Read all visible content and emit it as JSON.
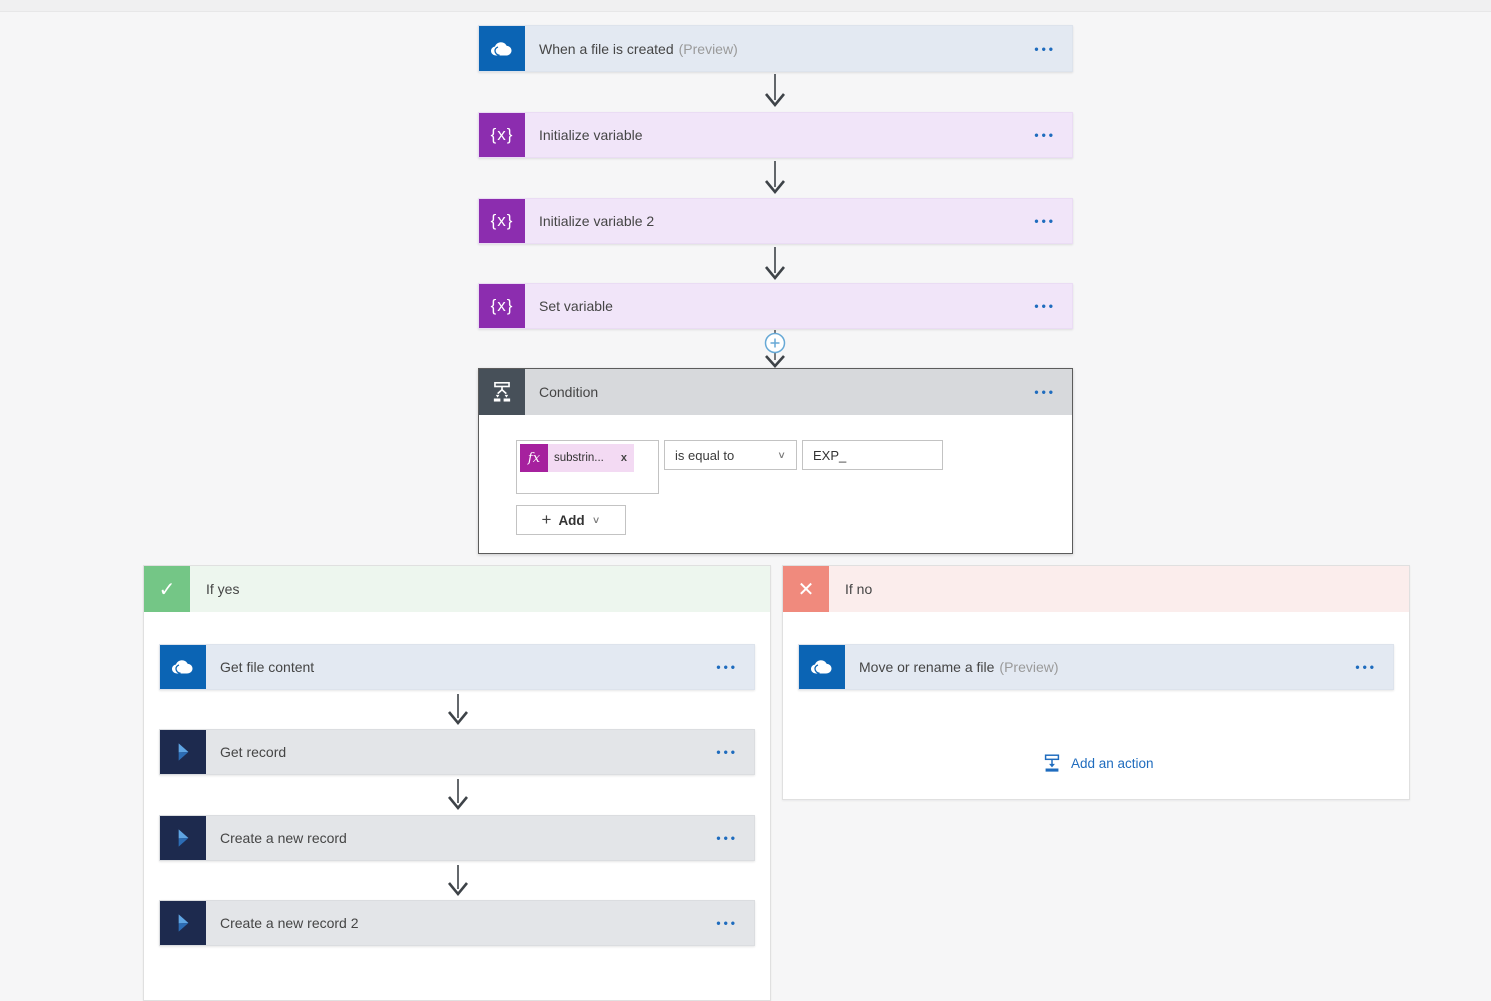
{
  "flow": {
    "trigger": {
      "title": "When a file is created",
      "preview": "(Preview)"
    },
    "variables": [
      {
        "title": "Initialize variable"
      },
      {
        "title": "Initialize variable 2"
      },
      {
        "title": "Set variable"
      }
    ],
    "condition": {
      "title": "Condition",
      "operand": {
        "fx_label": "fx",
        "pill_text": "substrin...",
        "remove_label": "x"
      },
      "operator_value": "is equal to",
      "value_text": "EXP_",
      "add_label": "Add"
    },
    "branch_yes": {
      "label": "If yes",
      "actions": [
        "Get file content",
        "Get record",
        "Create a new record",
        "Create a new record 2"
      ]
    },
    "branch_no": {
      "label": "If no",
      "action_title": "Move or rename a file",
      "action_preview": "(Preview)",
      "add_action": "Add an action"
    }
  },
  "icons": {
    "variable_glyph": "{x}",
    "check_glyph": "✓",
    "cross_glyph": "✕",
    "more_menu_glyph": "•••",
    "chevron_down": "∨",
    "plus_glyph": "+"
  },
  "colors": {
    "onedrive_blue": "#0b64b4",
    "variable_purple": "#8c2daf",
    "condition_slate": "#475059",
    "yes_green": "#74c686",
    "no_salmon": "#f08a7d",
    "fx_magenta": "#a6219e",
    "link_blue": "#1f6cbe"
  }
}
